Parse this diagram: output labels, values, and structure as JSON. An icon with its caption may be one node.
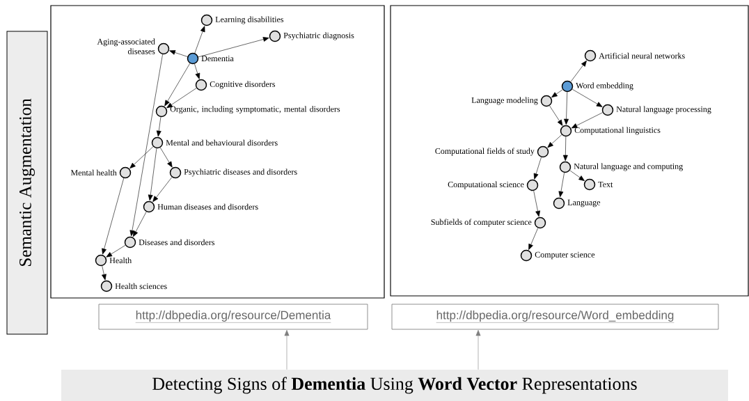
{
  "diagram": {
    "nodes": [
      {
        "text": [
          "Semantic Augmentation"
        ]
      },
      {
        "text": [],
        "shape": "box"
      },
      {
        "text": [],
        "shape": "box"
      },
      {
        "text": [
          "Dementia"
        ],
        "in": 1
      },
      {
        "text": [
          "Learning disabilities"
        ],
        "in": 1
      },
      {
        "text": [
          "Aging-associated diseases"
        ],
        "in": 1
      },
      {
        "text": [
          "Psychiatric diagnosis"
        ],
        "in": 1
      },
      {
        "text": [
          "Cognitive disorders"
        ],
        "in": 1
      },
      {
        "text": [
          "Organic, including symptomatic, mental disorders"
        ],
        "in": 1
      },
      {
        "text": [
          "Mental and behavioural disorders"
        ],
        "in": 1
      },
      {
        "text": [
          "Mental health"
        ],
        "in": 1
      },
      {
        "text": [
          "Psychiatric diseases and disorders"
        ],
        "in": 1
      },
      {
        "text": [
          "Human diseases and disorders"
        ],
        "in": 1
      },
      {
        "text": [
          "Diseases and disorders"
        ],
        "in": 1
      },
      {
        "text": [
          "Health"
        ],
        "in": 1
      },
      {
        "text": [
          "Health sciences"
        ],
        "in": 1
      },
      {
        "text": [
          "Word embedding"
        ],
        "in": 2
      },
      {
        "text": [
          "Artificial neural networks"
        ],
        "in": 2
      },
      {
        "text": [
          "Language modeling"
        ],
        "in": 2
      },
      {
        "text": [
          "Natural language processing"
        ],
        "in": 2
      },
      {
        "text": [
          "Computational linguistics"
        ],
        "in": 2
      },
      {
        "text": [
          "Computational fields of study"
        ],
        "in": 2
      },
      {
        "text": [
          "Natural language and computing"
        ],
        "in": 2
      },
      {
        "text": [
          "Computational science"
        ],
        "in": 2
      },
      {
        "text": [
          "Text"
        ],
        "in": 2
      },
      {
        "text": [
          "Language"
        ],
        "in": 2
      },
      {
        "text": [
          "Subfields of computer science"
        ],
        "in": 2
      },
      {
        "text": [
          "Computer science"
        ],
        "in": 2
      },
      {
        "text": [
          "http://dbpedia.org/resource/Dementia"
        ]
      },
      {
        "text": [
          "http://dbpedia.org/resource/Word_embedding"
        ]
      },
      {
        "text": [
          "Detecting Signs of **Dementia** Using **Word Vector** Representations"
        ]
      }
    ],
    "edges": [
      {
        "from": 3,
        "to": 4,
        "arrow": "to"
      },
      {
        "from": 3,
        "to": 5,
        "arrow": "to"
      },
      {
        "from": 3,
        "to": 6,
        "arrow": "to"
      },
      {
        "from": 3,
        "to": 7,
        "arrow": "to"
      },
      {
        "from": 3,
        "to": 8,
        "arrow": "to"
      },
      {
        "from": 7,
        "to": 8,
        "arrow": "to"
      },
      {
        "from": 8,
        "to": 9,
        "arrow": "to"
      },
      {
        "from": 9,
        "to": 10,
        "arrow": "to"
      },
      {
        "from": 9,
        "to": 11,
        "arrow": "to"
      },
      {
        "from": 9,
        "to": 12,
        "arrow": "to"
      },
      {
        "from": 11,
        "to": 12,
        "arrow": "to"
      },
      {
        "from": 5,
        "to": 13,
        "arrow": "to"
      },
      {
        "from": 12,
        "to": 13,
        "arrow": "to"
      },
      {
        "from": 10,
        "to": 14,
        "arrow": "to"
      },
      {
        "from": 13,
        "to": 14,
        "arrow": "to"
      },
      {
        "from": 14,
        "to": 15,
        "arrow": "to"
      },
      {
        "from": 16,
        "to": 17,
        "arrow": "to"
      },
      {
        "from": 16,
        "to": 18,
        "arrow": "to"
      },
      {
        "from": 16,
        "to": 19,
        "arrow": "to"
      },
      {
        "from": 16,
        "to": 20,
        "arrow": "to"
      },
      {
        "from": 18,
        "to": 20,
        "arrow": "to"
      },
      {
        "from": 19,
        "to": 20,
        "arrow": "to"
      },
      {
        "from": 20,
        "to": 21,
        "arrow": "to"
      },
      {
        "from": 20,
        "to": 22,
        "arrow": "to"
      },
      {
        "from": 21,
        "to": 23,
        "arrow": "to"
      },
      {
        "from": 22,
        "to": 24,
        "arrow": "to"
      },
      {
        "from": 22,
        "to": 25,
        "arrow": "to"
      },
      {
        "from": 23,
        "to": 26,
        "arrow": "to"
      },
      {
        "from": 26,
        "to": 27,
        "arrow": "to"
      },
      {
        "from": 30,
        "to": 28,
        "arrow": "to",
        "color": "#7f7f7f"
      },
      {
        "from": 30,
        "to": 29,
        "arrow": "to",
        "color": "#7f7f7f"
      }
    ]
  }
}
